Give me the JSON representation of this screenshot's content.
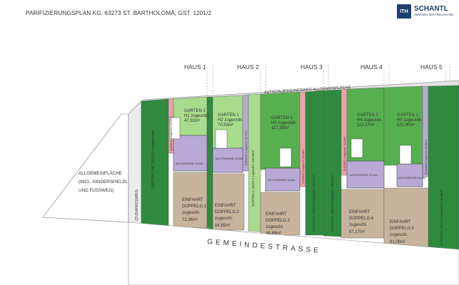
{
  "header": {
    "title": "PARIFIZIERUNGSPLAN KG. 63273 ST. BARTHOLOMÄ, GST. 1201/2",
    "logo_mark": "ITH",
    "logo_name": "SCHANTL",
    "logo_sub": "IMMOBILIENTREUHAND"
  },
  "plan": {
    "houses": [
      "HAUS 1",
      "HAUS 2",
      "HAUS 3",
      "HAUS 4",
      "HAUS 5"
    ],
    "access_road": "AUFSCHLIESSUNGSWEG ALLGEMEINFLÄCHE",
    "main_street": "GEMEINDESTRASSE",
    "access_path": "(ZUGANGS)WEG",
    "common_area": [
      "ALLGEMEINFLÄCHE",
      "(INCL. KINDERSPIELPL.",
      "UND FUSSWEG)"
    ],
    "gardens": [
      {
        "line1": "GARTEN 2",
        "line2": "H1 zugeordn.",
        "line3": "47,92m²"
      },
      {
        "line1": "GARTEN 1",
        "line2": "H2 zugeordn.",
        "line3": "70,53m²"
      },
      {
        "line1": "GARTEN 1",
        "line2": "H3 zugeordn.",
        "line3": "117,35m²"
      },
      {
        "line1": "GARTEN 2",
        "line2": "H4 zugeordn.",
        "line3": "112,17m²"
      },
      {
        "line1": "GARTEN 1",
        "line2": "H5 zugeordn.",
        "line3": "131,90m²"
      }
    ],
    "driveways": [
      {
        "line1": "EINFAHRT",
        "line2": "DOPPELG.1",
        "line3": "zugeschl.",
        "line4": "72,36m²"
      },
      {
        "line1": "EINFAHRT",
        "line2": "DOPPELG.2",
        "line3": "zugeschl.",
        "line4": "64,85m²"
      },
      {
        "line1": "EINFAHRT",
        "line2": "DOPPELG.3",
        "line3": "zugeschl.",
        "line4": "46,88m²"
      },
      {
        "line1": "EINFAHRT",
        "line2": "DOPPELG.4",
        "line3": "zugeschl.",
        "line4": "87,17m²"
      },
      {
        "line1": "EINFAHRT",
        "line2": "DOPPELG.5",
        "line3": "zugeschl.",
        "line4": "81,08m²"
      }
    ],
    "vertical_labels": [
      "GARTEN 1-H1 159,15m² zugeordnet",
      "GARTEN 2, HAUS 2 zugeschl. 118,52m²",
      "GARTEN 2, HAUS 3 zugeschl. 163,24m²",
      "GARTEN 1, HAUS 4 zugeschl. 158,43m²",
      "GARTEN 2, HAUS 5 zugeschl. 168,50m²",
      "ZUGANG 1 zugeschl. 21,07m²",
      "ZUGANG 2 zugeschl. 25,57m²",
      "ZUGANG 3 zugeschl. 38,48m²",
      "ZUGANG 4 zugeschl. 30,65m²",
      "ZUGANG 5 zugeschl. 38,28m²"
    ],
    "terrace_note": "DACHTERRASSE 30,25M²"
  },
  "colors": {
    "garden_dark": "#2e8b3e",
    "garden_mid": "#57b04f",
    "garden_light": "#a8dc8c",
    "driveway": "#c8b49c",
    "house_purple": "#b9a9d6",
    "zugang_pink": "#e9a3a8",
    "road": "#e3e3e3"
  }
}
